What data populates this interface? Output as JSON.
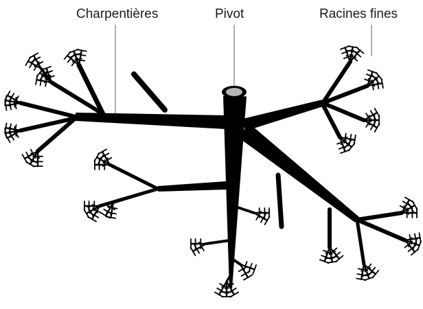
{
  "diagram": {
    "labels": {
      "charpentieres": "Charpentières",
      "pivot": "Pivot",
      "racines_fines": "Racines fines"
    },
    "colors": {
      "root": "#000000",
      "pivot_top": "#b5b5b5",
      "leader_line": "#777777",
      "text": "#1a1a1a"
    }
  }
}
